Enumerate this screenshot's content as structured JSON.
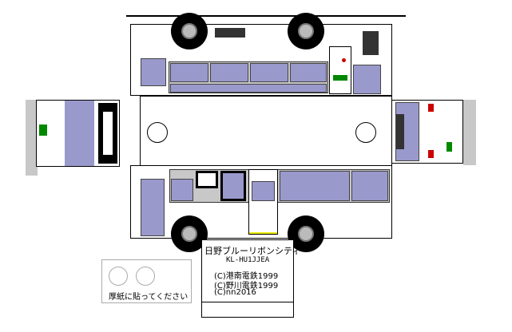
{
  "model": {
    "title": "日野ブルーリボンシティ",
    "code": "KL-HU1JJEA",
    "credits": [
      "(C)港南電鉄1999",
      "(C)野川電鉄1999",
      "(C)nn2016"
    ]
  },
  "note": {
    "text": "厚紙に貼ってください"
  },
  "colors": {
    "window": "#9999cc",
    "sign": "#008800",
    "lamp": "#cc0000",
    "amber": "#ff9900"
  }
}
